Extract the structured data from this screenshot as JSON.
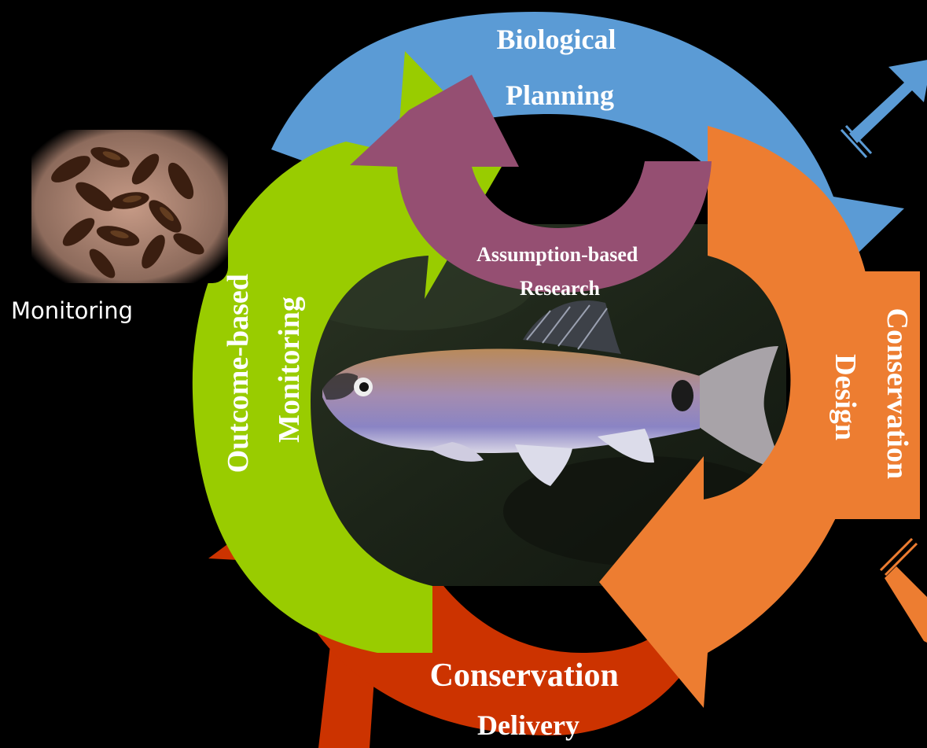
{
  "diagram": {
    "cycle_labels": {
      "biological_planning": [
        "Biological",
        "Planning"
      ],
      "conservation_design": [
        "Conservation",
        "Design"
      ],
      "conservation_delivery": [
        "Conservation",
        "Delivery"
      ],
      "outcome_based_monitoring": [
        "Outcome-based",
        "Monitoring"
      ],
      "assumption_based_research": [
        "Assumption-based",
        "Research"
      ]
    },
    "side_label": "Monitoring",
    "colors": {
      "background": "#000000",
      "biological_planning": "#5b9bd5",
      "conservation_design": "#ed7d31",
      "conservation_delivery": "#cc3300",
      "outcome_based_monitoring": "#99cc00",
      "assumption_based_research": "#954f72",
      "label_text": "#ffffff"
    },
    "images": [
      "fish-photo",
      "mussels-in-hands-photo"
    ]
  }
}
